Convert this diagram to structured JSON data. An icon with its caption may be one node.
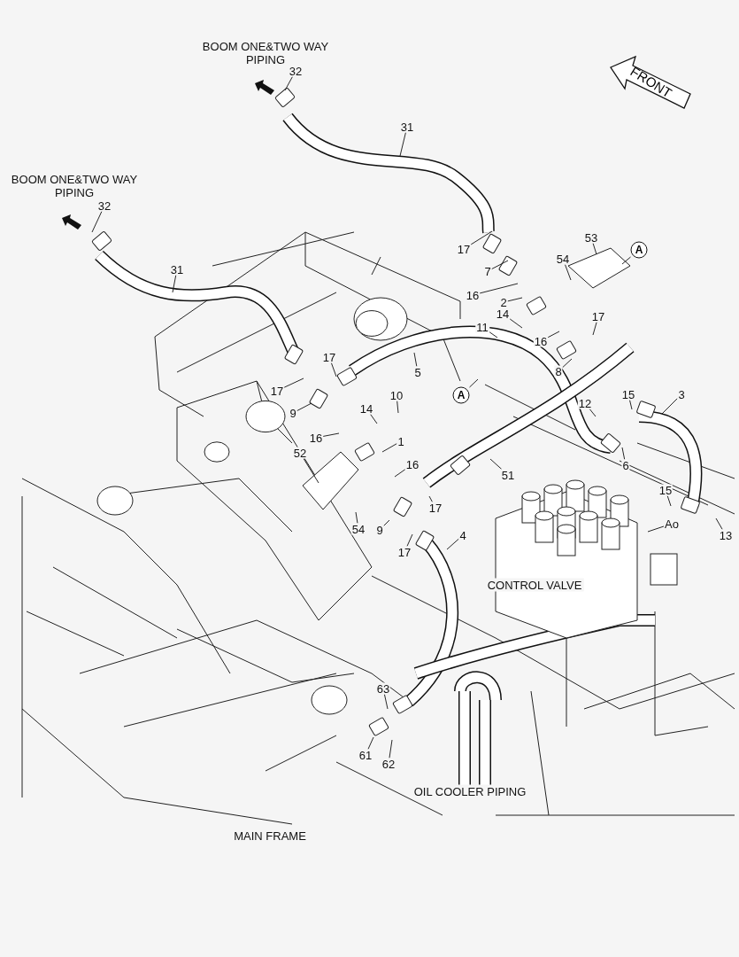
{
  "diagram": {
    "nodes": [
      {
        "text": [
          "FRONT"
        ]
      },
      {
        "text": [
          "32"
        ]
      },
      {
        "text": [
          "31"
        ]
      },
      {
        "text": [
          "32"
        ]
      },
      {
        "text": [
          "53"
        ]
      },
      {
        "text": [
          "A"
        ]
      },
      {
        "text": [
          "17"
        ]
      },
      {
        "text": [
          "54"
        ]
      },
      {
        "text": [
          "31"
        ]
      },
      {
        "text": [
          "7"
        ]
      },
      {
        "text": [
          "16"
        ]
      },
      {
        "text": [
          "2"
        ]
      },
      {
        "text": [
          "14"
        ]
      },
      {
        "text": [
          "17"
        ]
      },
      {
        "text": [
          "11"
        ]
      },
      {
        "text": [
          "16"
        ]
      },
      {
        "text": [
          "17"
        ]
      },
      {
        "text": [
          "8"
        ]
      },
      {
        "text": [
          "5"
        ]
      },
      {
        "text": [
          "17"
        ]
      },
      {
        "text": [
          "10"
        ]
      },
      {
        "text": [
          "A"
        ]
      },
      {
        "text": [
          "15"
        ]
      },
      {
        "text": [
          "3"
        ]
      },
      {
        "text": [
          "12"
        ]
      },
      {
        "text": [
          "14"
        ]
      },
      {
        "text": [
          "9"
        ]
      },
      {
        "text": [
          "16"
        ]
      },
      {
        "text": [
          "1"
        ]
      },
      {
        "text": [
          "52"
        ]
      },
      {
        "text": [
          "6"
        ]
      },
      {
        "text": [
          "16"
        ]
      },
      {
        "text": [
          "51"
        ]
      },
      {
        "text": [
          "15"
        ]
      },
      {
        "text": [
          "17"
        ]
      },
      {
        "text": [
          "54"
        ]
      },
      {
        "text": [
          "9"
        ]
      },
      {
        "text": [
          "13"
        ]
      },
      {
        "text": [
          "4"
        ]
      },
      {
        "text": [
          "17"
        ]
      },
      {
        "text": [
          "63"
        ]
      },
      {
        "text": [
          "61"
        ]
      },
      {
        "text": [
          "62"
        ]
      },
      {
        "text": [
          "Ao"
        ]
      }
    ],
    "edges": [
      {
        "from": 1,
        "to": null,
        "arrow": "none"
      },
      {
        "from": 2,
        "to": null,
        "arrow": "none"
      },
      {
        "from": 3,
        "to": null,
        "arrow": "none"
      },
      {
        "from": 4,
        "to": null,
        "arrow": "none"
      },
      {
        "from": 5,
        "to": null,
        "arrow": "none"
      },
      {
        "from": 6,
        "to": null,
        "arrow": "none"
      },
      {
        "from": 7,
        "to": null,
        "arrow": "none"
      },
      {
        "from": 8,
        "to": null,
        "arrow": "none"
      },
      {
        "from": 9,
        "to": null,
        "arrow": "none"
      },
      {
        "from": 10,
        "to": null,
        "arrow": "none"
      },
      {
        "from": 11,
        "to": null,
        "arrow": "none"
      },
      {
        "from": 12,
        "to": null,
        "arrow": "none"
      },
      {
        "from": 13,
        "to": null,
        "arrow": "none"
      },
      {
        "from": 14,
        "to": null,
        "arrow": "none"
      },
      {
        "from": 15,
        "to": null,
        "arrow": "none"
      },
      {
        "from": 16,
        "to": null,
        "arrow": "none"
      },
      {
        "from": 17,
        "to": null,
        "arrow": "none"
      },
      {
        "from": 18,
        "to": null,
        "arrow": "none"
      },
      {
        "from": 19,
        "to": null,
        "arrow": "none"
      },
      {
        "from": 20,
        "to": null,
        "arrow": "none"
      },
      {
        "from": 21,
        "to": null,
        "arrow": "none"
      },
      {
        "from": 22,
        "to": null,
        "arrow": "none"
      },
      {
        "from": 23,
        "to": null,
        "arrow": "none"
      },
      {
        "from": 24,
        "to": null,
        "arrow": "none"
      },
      {
        "from": 25,
        "to": null,
        "arrow": "none"
      },
      {
        "from": 26,
        "to": null,
        "arrow": "none"
      },
      {
        "from": 27,
        "to": null,
        "arrow": "none"
      },
      {
        "from": 28,
        "to": null,
        "arrow": "none"
      },
      {
        "from": 29,
        "to": null,
        "arrow": "none"
      },
      {
        "from": 30,
        "to": null,
        "arrow": "none"
      },
      {
        "from": 31,
        "to": null,
        "arrow": "none"
      },
      {
        "from": 32,
        "to": null,
        "arrow": "none"
      },
      {
        "from": 33,
        "to": null,
        "arrow": "none"
      },
      {
        "from": 34,
        "to": null,
        "arrow": "none"
      },
      {
        "from": 35,
        "to": null,
        "arrow": "none"
      },
      {
        "from": 36,
        "to": null,
        "arrow": "none"
      },
      {
        "from": 37,
        "to": null,
        "arrow": "none"
      },
      {
        "from": 38,
        "to": null,
        "arrow": "none"
      },
      {
        "from": 39,
        "to": null,
        "arrow": "none"
      },
      {
        "from": 40,
        "to": null,
        "arrow": "none"
      },
      {
        "from": 41,
        "to": null,
        "arrow": "none"
      },
      {
        "from": 42,
        "to": null,
        "arrow": "none"
      },
      {
        "from": 43,
        "to": null,
        "arrow": "none"
      }
    ],
    "labels": [
      "BOOM ONE&TWO WAY PIPING",
      "BOOM ONE&TWO WAY PIPING",
      "CONTROL VALVE",
      "OIL COOLER PIPING",
      "MAIN FRAME"
    ]
  }
}
